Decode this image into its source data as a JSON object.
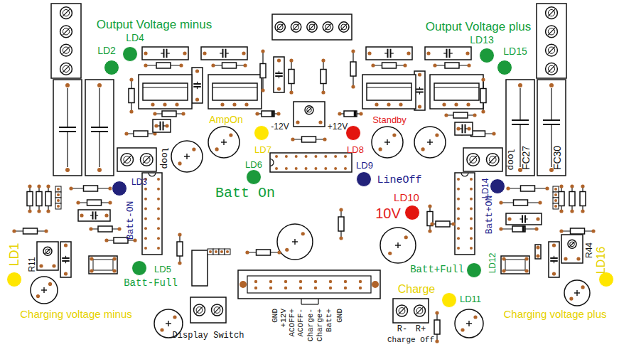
{
  "diagram": {
    "labels": [
      "Output Voltage minus",
      "LD4",
      "LD2",
      "Output Voltage plus",
      "LD13",
      "LD15",
      "AmpOn",
      "-12V",
      "+12V",
      "Standby",
      "LD7",
      "LD8",
      "FC27",
      "FC30",
      "loop",
      "loop",
      "LD6",
      "Batt On",
      "LD9",
      "LineOff",
      "LD3",
      "LD14",
      "LD10",
      "10V",
      "Batt-ON",
      "Batt+ON",
      "LD1",
      "R11",
      "R44",
      "LD16",
      "LD5",
      "Batt-Full",
      "Batt+Full",
      "LD12",
      "Charge",
      "LD11",
      "Charging voltage minus",
      "Charging voltage plus",
      "GND",
      "+12V",
      "ACOFF+",
      "ACOFF-",
      "Charge-",
      "Charge+",
      "Batt+",
      "GND",
      "Display Switch",
      "R-",
      "R+",
      "Charge Off"
    ]
  }
}
